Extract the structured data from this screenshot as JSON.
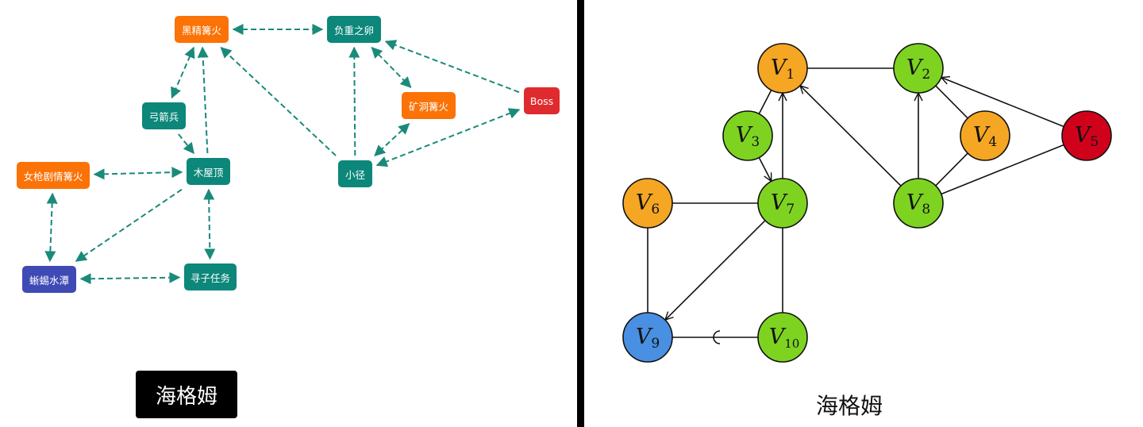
{
  "left_graph": {
    "title": "海格姆",
    "colors": {
      "edge": "#1a8a7a",
      "teal": "#0c877a",
      "orange": "#fb7207",
      "red": "#e02b2e",
      "indigo": "#3f4ab5"
    },
    "nodes": [
      {
        "id": "heijing",
        "label": "黑精篝火",
        "kind": "bonfire",
        "color": "orange"
      },
      {
        "id": "fuzhong",
        "label": "负重之卵",
        "kind": "area",
        "color": "teal"
      },
      {
        "id": "gongjian",
        "label": "弓箭兵",
        "kind": "area",
        "color": "teal"
      },
      {
        "id": "kuangdong",
        "label": "矿洞篝火",
        "kind": "bonfire",
        "color": "orange"
      },
      {
        "id": "boss",
        "label": "Boss",
        "kind": "boss",
        "color": "red"
      },
      {
        "id": "nvqiang",
        "label": "女枪剧情篝火",
        "kind": "bonfire",
        "color": "orange"
      },
      {
        "id": "muwuding",
        "label": "木屋顶",
        "kind": "area",
        "color": "teal"
      },
      {
        "id": "xiaojing",
        "label": "小径",
        "kind": "area",
        "color": "teal"
      },
      {
        "id": "xiyi",
        "label": "蜥蜴水潭",
        "kind": "special",
        "color": "indigo"
      },
      {
        "id": "xunzi",
        "label": "寻子任务",
        "kind": "area",
        "color": "teal"
      }
    ],
    "edges": [
      {
        "from": "heijing",
        "to": "fuzhong",
        "arrows": "both"
      },
      {
        "from": "heijing",
        "to": "gongjian",
        "arrows": "both"
      },
      {
        "from": "muwuding",
        "to": "heijing",
        "arrows": "to"
      },
      {
        "from": "xiaojing",
        "to": "heijing",
        "arrows": "to"
      },
      {
        "from": "gongjian",
        "to": "muwuding",
        "arrows": "to"
      },
      {
        "from": "xiaojing",
        "to": "fuzhong",
        "arrows": "to"
      },
      {
        "from": "fuzhong",
        "to": "kuangdong",
        "arrows": "both"
      },
      {
        "from": "boss",
        "to": "fuzhong",
        "arrows": "to"
      },
      {
        "from": "kuangdong",
        "to": "xiaojing",
        "arrows": "both"
      },
      {
        "from": "boss",
        "to": "xiaojing",
        "arrows": "both"
      },
      {
        "from": "nvqiang",
        "to": "muwuding",
        "arrows": "both"
      },
      {
        "from": "nvqiang",
        "to": "xiyi",
        "arrows": "both"
      },
      {
        "from": "muwuding",
        "to": "xiyi",
        "arrows": "to"
      },
      {
        "from": "muwuding",
        "to": "xunzi",
        "arrows": "both"
      },
      {
        "from": "xiyi",
        "to": "xunzi",
        "arrows": "both"
      }
    ]
  },
  "right_graph": {
    "title": "海格姆",
    "colors": {
      "orange": "#f5a623",
      "green": "#7ed321",
      "red": "#d0021b",
      "blue": "#4a90e2",
      "edge": "#111111"
    },
    "nodes": [
      {
        "id": "V1",
        "base": "V",
        "sub": "1",
        "color": "orange"
      },
      {
        "id": "V2",
        "base": "V",
        "sub": "2",
        "color": "green"
      },
      {
        "id": "V3",
        "base": "V",
        "sub": "3",
        "color": "green"
      },
      {
        "id": "V4",
        "base": "V",
        "sub": "4",
        "color": "orange"
      },
      {
        "id": "V5",
        "base": "V",
        "sub": "5",
        "color": "red"
      },
      {
        "id": "V6",
        "base": "V",
        "sub": "6",
        "color": "orange"
      },
      {
        "id": "V7",
        "base": "V",
        "sub": "7",
        "color": "green"
      },
      {
        "id": "V8",
        "base": "V",
        "sub": "8",
        "color": "green"
      },
      {
        "id": "V9",
        "base": "V",
        "sub": "9",
        "color": "blue"
      },
      {
        "id": "V10",
        "base": "V",
        "sub": "10",
        "color": "green"
      }
    ],
    "edges": [
      {
        "from": "V1",
        "to": "V2",
        "type": "plain"
      },
      {
        "from": "V3",
        "to": "V1",
        "type": "plain"
      },
      {
        "from": "V3",
        "to": "V7",
        "type": "arrow"
      },
      {
        "from": "V7",
        "to": "V1",
        "type": "arrow"
      },
      {
        "from": "V8",
        "to": "V1",
        "type": "arrow"
      },
      {
        "from": "V8",
        "to": "V2",
        "type": "arrow"
      },
      {
        "from": "V4",
        "to": "V2",
        "type": "plain"
      },
      {
        "from": "V5",
        "to": "V2",
        "type": "arrow"
      },
      {
        "from": "V8",
        "to": "V4",
        "type": "plain"
      },
      {
        "from": "V8",
        "to": "V5",
        "type": "plain"
      },
      {
        "from": "V6",
        "to": "V7",
        "type": "plain"
      },
      {
        "from": "V6",
        "to": "V9",
        "type": "plain"
      },
      {
        "from": "V7",
        "to": "V9",
        "type": "arrow"
      },
      {
        "from": "V7",
        "to": "V10",
        "type": "plain"
      },
      {
        "from": "V10",
        "to": "V9",
        "type": "half-circle"
      }
    ]
  }
}
